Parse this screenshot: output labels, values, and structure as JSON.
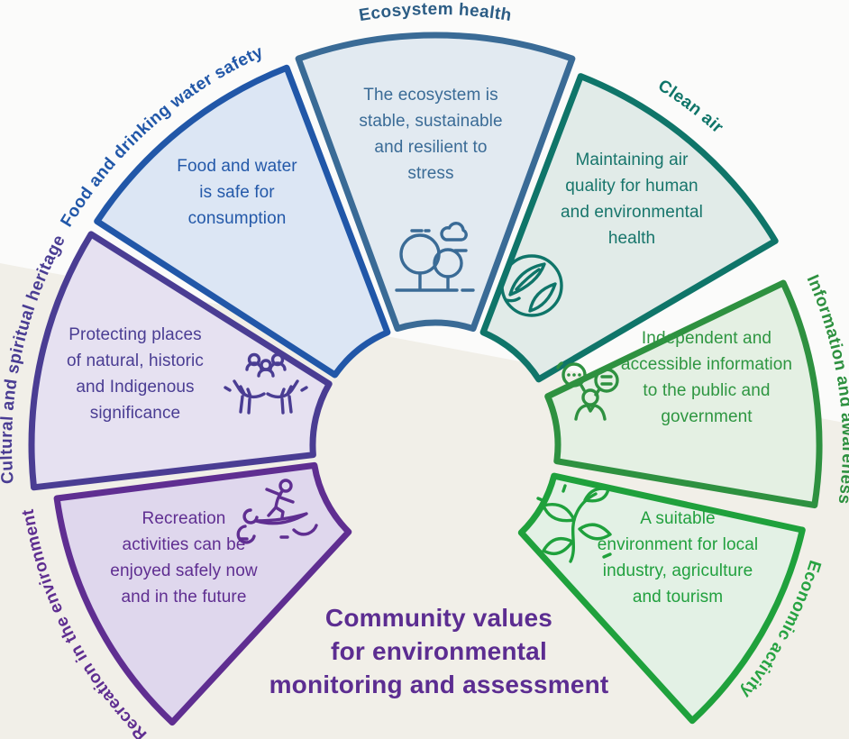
{
  "title": {
    "text": "Community values\nfor environmental\nmonitoring and assessment",
    "color": "#5C2D91"
  },
  "background": {
    "top": "#FBFBFA",
    "bottom": "#F1EFE8"
  },
  "segments": [
    {
      "id": "ecosystem-health",
      "label": "Ecosystem health",
      "description": "The ecosystem is\nstable, sustainable\nand resilient to\nstress",
      "icon": "trees-cloud-icon",
      "colors": {
        "border": "#3A6B96",
        "fill": "#E2EAF1",
        "label": "#2C5D85",
        "text": "#3A6B96"
      }
    },
    {
      "id": "clean-air",
      "label": "Clean air",
      "description": "Maintaining air\nquality for human\nand environmental\nhealth",
      "icon": "globe-leaves-icon",
      "colors": {
        "border": "#0F7569",
        "fill": "#E1EBE8",
        "label": "#0F7569",
        "text": "#17756B"
      }
    },
    {
      "id": "information-awareness",
      "label": "Information and awareness",
      "description": "Independent and\naccessible information\nto the public and\ngovernment",
      "icon": "speech-bubbles-person-icon",
      "colors": {
        "border": "#2E9140",
        "fill": "#E4F0E3",
        "label": "#2E9140",
        "text": "#2E9641"
      }
    },
    {
      "id": "economic-activity",
      "label": "Economic activity",
      "description": "A suitable\nenvironment for local\nindustry, agriculture\nand tourism",
      "icon": "plant-sprout-icon",
      "colors": {
        "border": "#1FA13C",
        "fill": "#E3F1E5",
        "label": "#27A342",
        "text": "#21A03E"
      }
    },
    {
      "id": "recreation-environment",
      "label": "Recreation in the environment",
      "description": "Recreation\nactivities can be\nenjoyed safely now\nand in the future",
      "icon": "surfer-wave-icon",
      "colors": {
        "border": "#5F2E91",
        "fill": "#DFD7ED",
        "label": "#5F2E91",
        "text": "#5F2E91"
      }
    },
    {
      "id": "cultural-spiritual-heritage",
      "label": "Cultural and spiritual heritage",
      "description": "Protecting places\nof natural, historic\nand Indigenous\nsignificance",
      "icon": "hands-people-icon",
      "colors": {
        "border": "#4A3D93",
        "fill": "#E6E1F1",
        "label": "#4A3D93",
        "text": "#4A3D93"
      }
    },
    {
      "id": "food-drinking-water-safety",
      "label": "Food and drinking water safety",
      "description": "Food and water\nis safe for\nconsumption",
      "icon": "strawberries-icon",
      "colors": {
        "border": "#2157A8",
        "fill": "#DCE6F4",
        "label": "#2157A8",
        "text": "#2459A9"
      }
    }
  ]
}
